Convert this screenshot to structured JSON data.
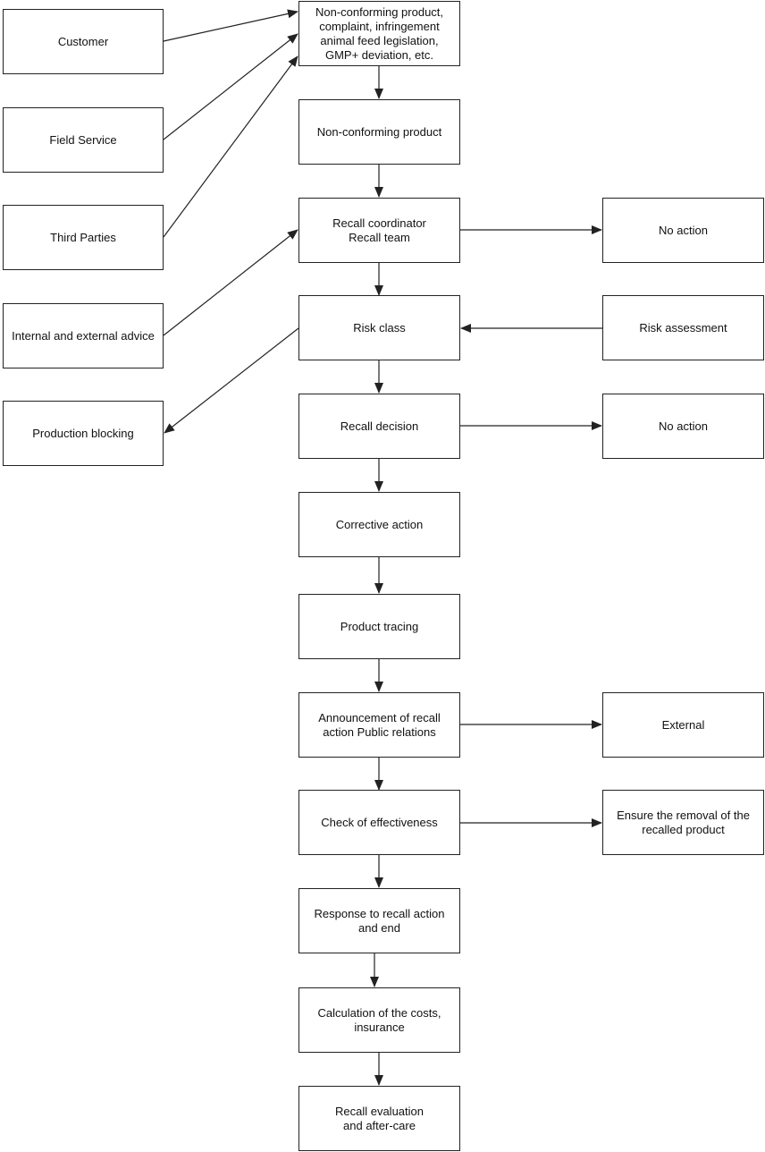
{
  "diagram": {
    "line_color": "#222222",
    "nodes": {
      "customer": "Customer",
      "field_service": "Field Service",
      "third_parties": "Third Parties",
      "advice": "Internal and external advice",
      "production_blocking": "Production blocking",
      "non_conforming_report": "Non-conforming product,\ncomplaint, infringement\nanimal feed legislation,\nGMP+ deviation, etc.",
      "non_conforming_product": "Non-conforming product",
      "recall_coordinator": "Recall coordinator\nRecall team",
      "no_action_1": "No action",
      "risk_class": "Risk class",
      "risk_assessment": "Risk assessment",
      "recall_decision": "Recall decision",
      "no_action_2": "No action",
      "corrective_action": "Corrective action",
      "product_tracing": "Product tracing",
      "announcement": "Announcement of recall\naction Public relations",
      "external": "External",
      "check_effectiveness": "Check of effectiveness",
      "ensure_removal": "Ensure the removal of the\nrecalled product",
      "response": "Response to recall action\nand end",
      "calculation": "Calculation of the costs,\ninsurance",
      "evaluation": "Recall evaluation\nand after-care"
    }
  }
}
